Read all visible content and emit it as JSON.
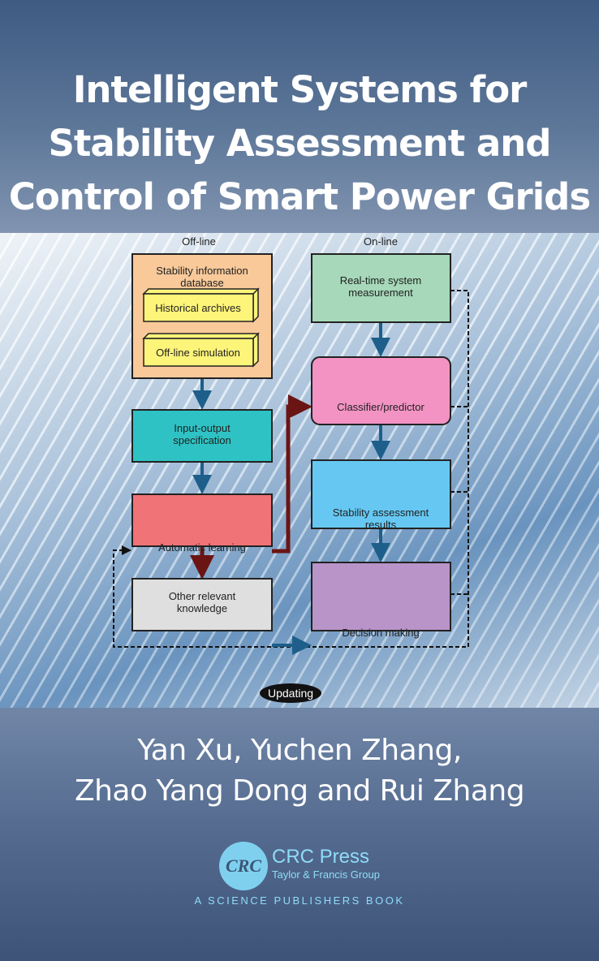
{
  "title": [
    "Intelligent Systems for",
    "Stability Assessment and",
    "Control of Smart Power Grids"
  ],
  "diagram": {
    "offline_label": "Off-line",
    "online_label": "On-line",
    "db_title": [
      "Stability information",
      "database"
    ],
    "historical": "Historical archives",
    "offline_sim": "Off-line simulation",
    "io_spec": [
      "Input-output",
      "specification"
    ],
    "auto_learning": "Automatic learning",
    "other_knowledge": [
      "Other relevant",
      "knowledge"
    ],
    "realtime": [
      "Real-time system",
      "measurement"
    ],
    "classifier": "Classifier/predictor",
    "results": [
      "Stability assessment",
      "results"
    ],
    "decision": "Decision making",
    "updating": "Updating"
  },
  "authors": [
    "Yan Xu, Yuchen Zhang,",
    "Zhao Yang Dong and Rui Zhang"
  ],
  "publisher": {
    "logo": "CRC",
    "name": "CRC Press",
    "group": "Taylor & Francis Group",
    "tagline": "A SCIENCE PUBLISHERS BOOK"
  },
  "colors": {
    "db": "#f9c99a",
    "box3d": "#fdf47a",
    "io": "#2fc2c4",
    "learning": "#f07377",
    "other": "#dfdfdf",
    "realtime": "#a6d8b9",
    "classifier": "#f393c3",
    "results": "#66c8f2",
    "decision": "#b994c9"
  }
}
